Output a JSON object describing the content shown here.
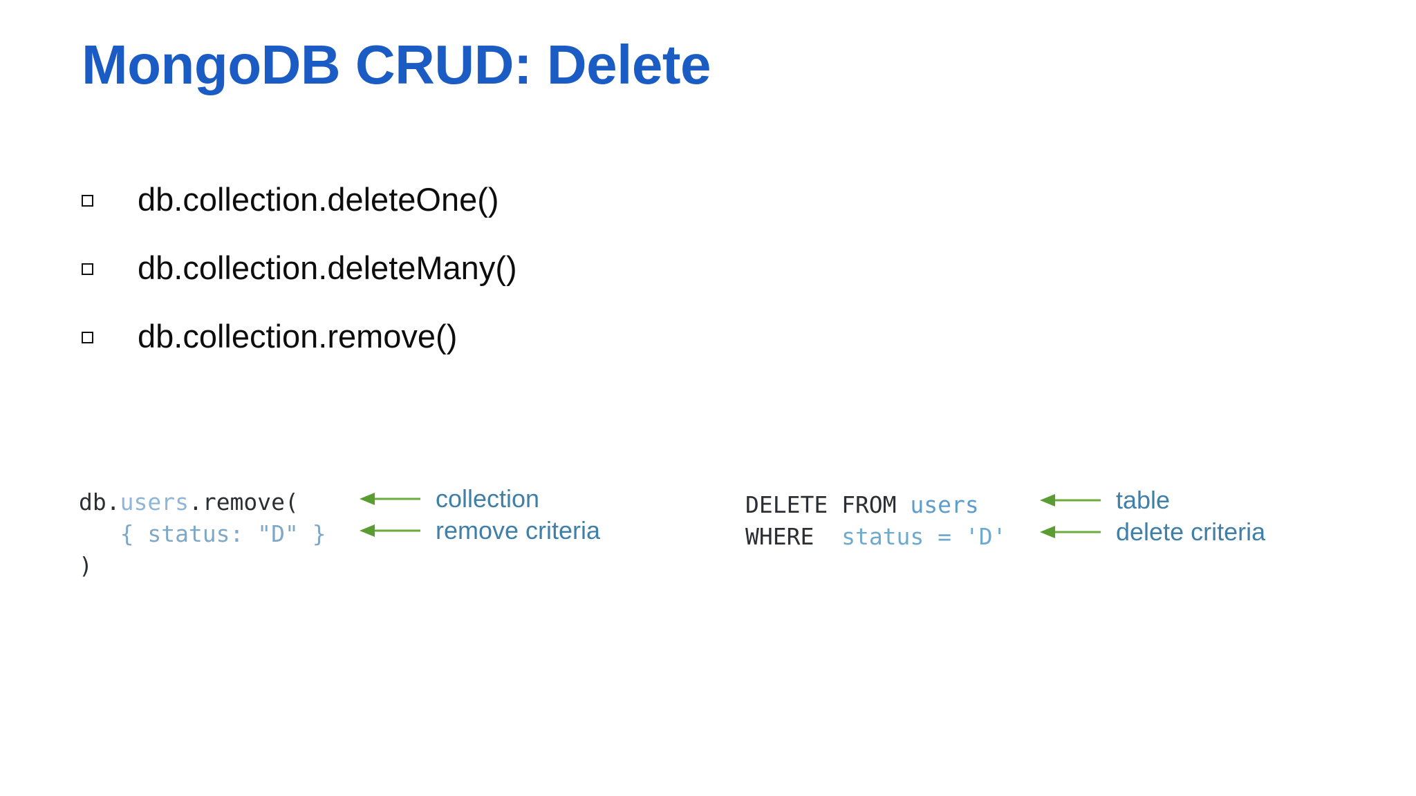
{
  "slide": {
    "title": "MongoDB CRUD: Delete",
    "background_color": "#ffffff",
    "title_color": "#1a5bc4"
  },
  "bullets": [
    {
      "marker": "hollow-square",
      "text": "db.collection.deleteOne()"
    },
    {
      "marker": "hollow-square",
      "text": "db.collection.deleteMany()"
    },
    {
      "marker": "hollow-square",
      "text": "db.collection.remove()"
    }
  ],
  "mongo_example": {
    "line1_prefix": "db.",
    "line1_collection": "users",
    "line1_suffix": ".remove(",
    "line2": "   { status: \"D\" }",
    "line3": ")"
  },
  "sql_example": {
    "line1_keyword": "DELETE FROM ",
    "line1_table": "users",
    "line2_keyword": "WHERE  ",
    "line2_expr": "status = 'D'"
  },
  "annotations": [
    {
      "label": "collection",
      "arrow": "left-arrow-icon",
      "color": "#3f7fa8"
    },
    {
      "label": "remove criteria",
      "arrow": "left-arrow-icon",
      "color": "#3f7fa8"
    },
    {
      "label": "table",
      "arrow": "left-arrow-icon",
      "color": "#3f7fa8"
    },
    {
      "label": "delete criteria",
      "arrow": "left-arrow-icon",
      "color": "#3f7fa8"
    }
  ],
  "colors": {
    "title_blue": "#1a5bc4",
    "arrow_green": "#6aab3c",
    "label_blue": "#3f7fa8",
    "code_dark": "#2b2f33",
    "code_light_blue": "#8fb6d6"
  }
}
